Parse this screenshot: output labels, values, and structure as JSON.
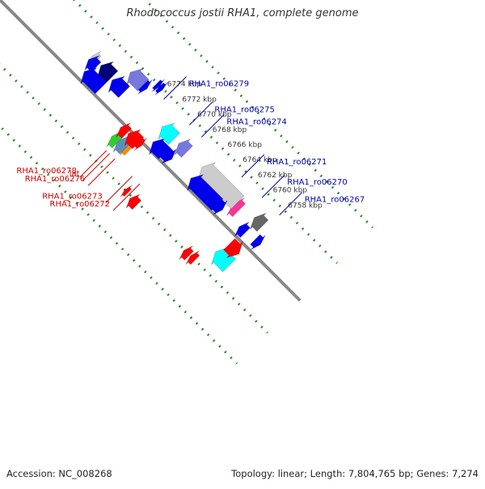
{
  "title": "Rhodococcus jostii RHA1, complete genome",
  "accession": "Accession: NC_008268",
  "summary": "Topology: linear; Length: 7,804,765 bp; Genes: 7,274",
  "colors": {
    "backbone": "#888888",
    "dots": "#2e8b2e",
    "label_top": "#cc0000",
    "label_bottom": "#0000aa",
    "blue": "#0000ee",
    "light_blue": "#7777dd",
    "navy": "#000077",
    "cyan": "#00ffff",
    "red": "#ff0000",
    "orange": "#ff8c00",
    "green": "#33cc33",
    "steel": "#5b8fb9",
    "gray": "#666666",
    "light_gray": "#cccccc",
    "pink": "#ff3399"
  },
  "kbp_markers": [
    {
      "label": "6758 kbp",
      "kbp": 6758
    },
    {
      "label": "6760 kbp",
      "kbp": 6760
    },
    {
      "label": "6762 kbp",
      "kbp": 6762
    },
    {
      "label": "6764 kbp",
      "kbp": 6764
    },
    {
      "label": "6766 kbp",
      "kbp": 6766
    },
    {
      "label": "6768 kbp",
      "kbp": 6768
    },
    {
      "label": "6770 kbp",
      "kbp": 6770
    },
    {
      "label": "6772 kbp",
      "kbp": 6772
    },
    {
      "label": "6774 kbp",
      "kbp": 6774
    }
  ],
  "top_labels": [
    {
      "text": "RHA1_ro06278",
      "kbp": 6772.7
    },
    {
      "text": "lat",
      "kbp": 6772.3
    },
    {
      "text": "RHA1_ro06276",
      "kbp": 6771.6
    },
    {
      "text": "RHA1_ro06273",
      "kbp": 6769.3
    },
    {
      "text": "RHA1_ro06272",
      "kbp": 6768.3
    }
  ],
  "bottom_labels": [
    {
      "text": "RHA1_ro06279",
      "kbp": 6772.3
    },
    {
      "text": "RHA1_ro06275",
      "kbp": 6768.9
    },
    {
      "text": "RHA1_ro06274",
      "kbp": 6767.3
    },
    {
      "text": "RHA1_ro06271",
      "kbp": 6762.0
    },
    {
      "text": "RHA1_ro06270",
      "kbp": 6759.3
    },
    {
      "text": "RHA1_ro06267",
      "kbp": 6757.0
    }
  ]
}
